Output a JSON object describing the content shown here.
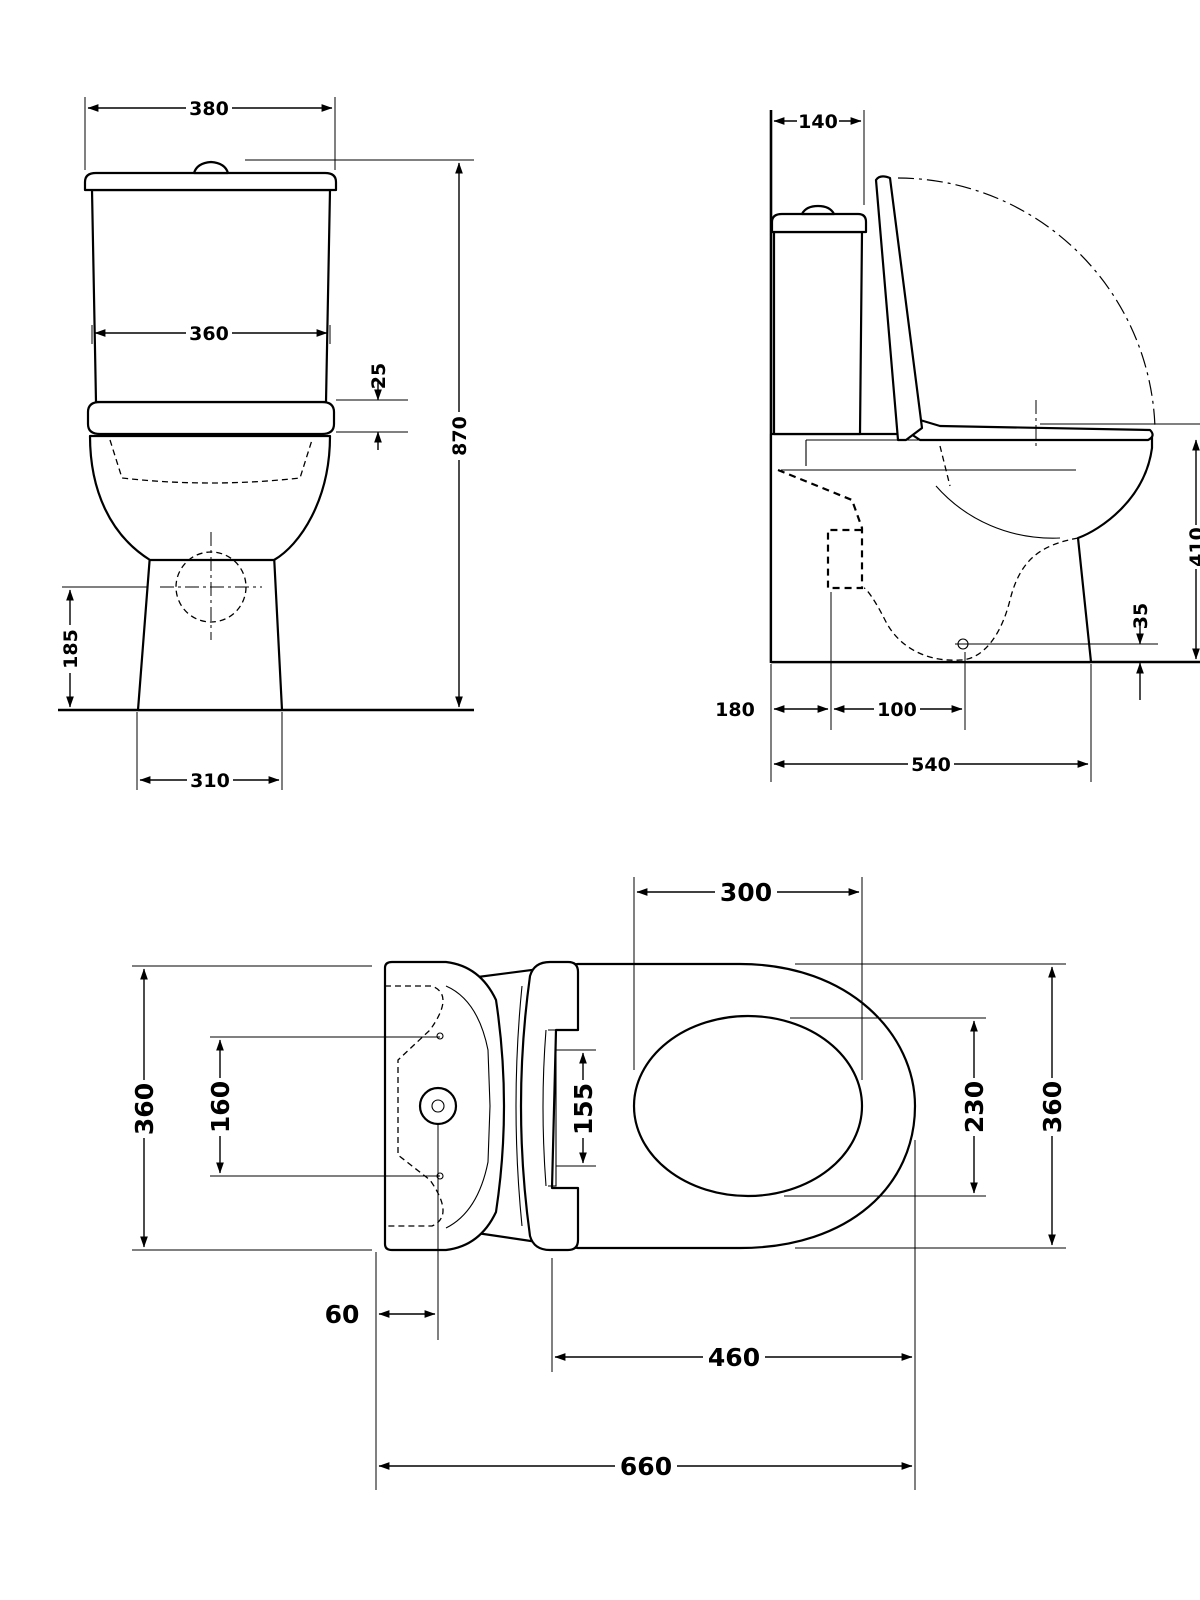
{
  "dimensions": {
    "front": {
      "overall_width": "380",
      "tank_width": "360",
      "seat_thickness": "25",
      "overall_height": "870",
      "waste_height": "185",
      "foot_width": "310"
    },
    "side": {
      "tank_depth": "140",
      "seat_height": "410",
      "floor_waste_height": "35",
      "waste_offset": "180",
      "waste_spacing": "100",
      "overall_depth": "540"
    },
    "top": {
      "pan_opening_length": "300",
      "tank_depth_plan": "360",
      "inlet_spacing": "160",
      "seat_hinge_width": "155",
      "opening_width": "230",
      "pan_width": "360",
      "inlet_offset": "60",
      "pan_length": "460",
      "overall_length": "660"
    }
  }
}
